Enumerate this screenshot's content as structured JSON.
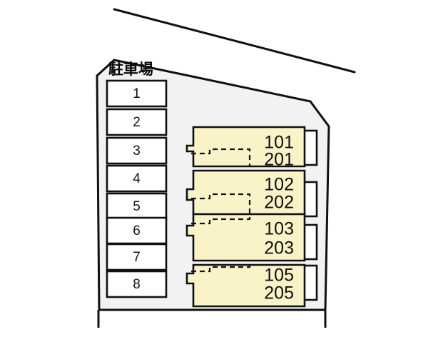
{
  "plan": {
    "title": "駐車場",
    "colors": {
      "site_fill": "#f2f2f2",
      "building_fill": "#f9f3c8",
      "balcony_fill": "#ffffff",
      "stall_fill": "#ffffff",
      "outline": "#111111",
      "page_background": "#ffffff"
    }
  },
  "parking": {
    "area_label": "駐車場",
    "stalls": [
      {
        "label": "1"
      },
      {
        "label": "2"
      },
      {
        "label": "3"
      },
      {
        "label": "4"
      },
      {
        "label": "5"
      },
      {
        "label": "6"
      },
      {
        "label": "7"
      },
      {
        "label": "8"
      }
    ]
  },
  "building": {
    "blocks": [
      {
        "first_floor": "101",
        "second_floor": "201"
      },
      {
        "first_floor": "102",
        "second_floor": "202"
      },
      {
        "first_floor": "103",
        "second_floor": "203"
      },
      {
        "first_floor": "105",
        "second_floor": "205"
      }
    ]
  }
}
